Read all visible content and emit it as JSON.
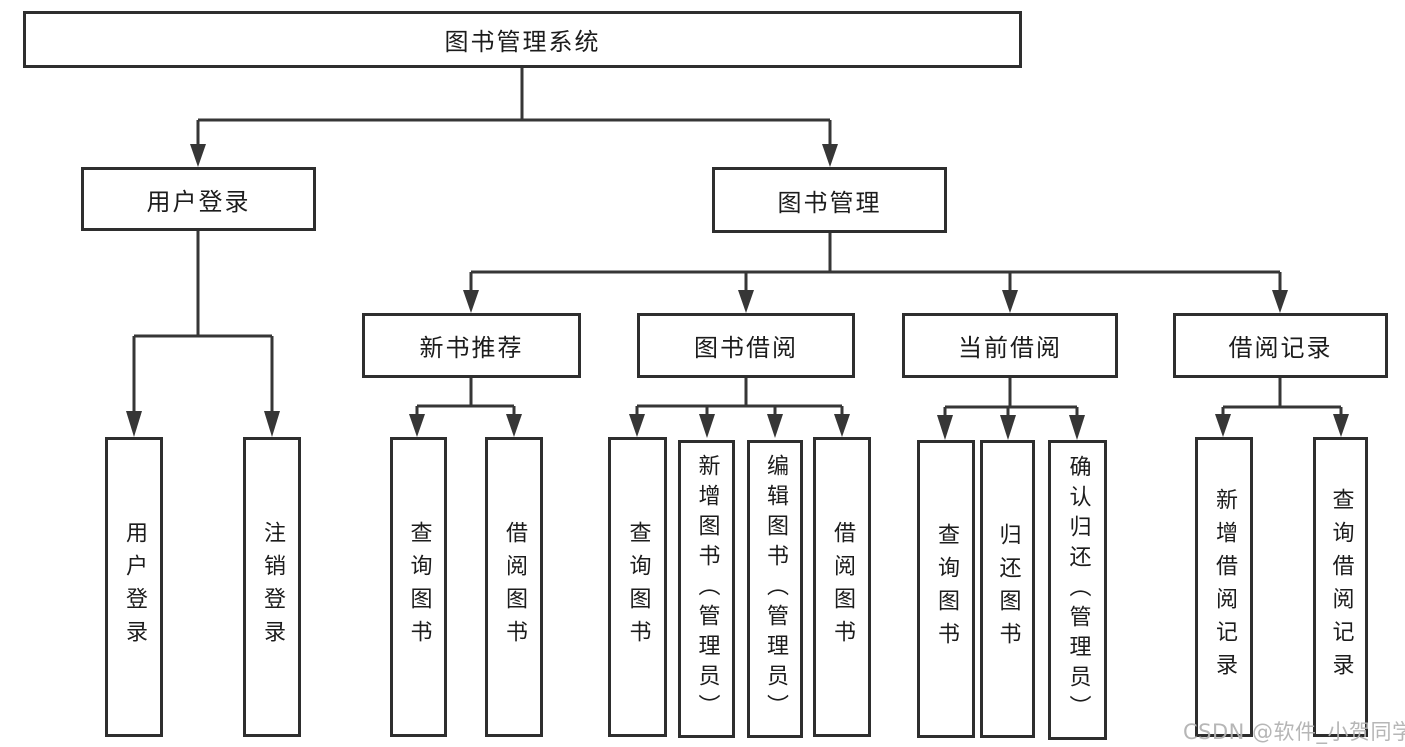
{
  "tree": {
    "root": {
      "label": "图书管理系统",
      "children": [
        {
          "label": "用户登录",
          "children": [
            {
              "label": "用户登录"
            },
            {
              "label": "注销登录"
            }
          ]
        },
        {
          "label": "图书管理",
          "children": [
            {
              "label": "新书推荐",
              "children": [
                {
                  "label": "查询图书"
                },
                {
                  "label": "借阅图书"
                }
              ]
            },
            {
              "label": "图书借阅",
              "children": [
                {
                  "label": "查询图书"
                },
                {
                  "label": "新增图书（管理员）"
                },
                {
                  "label": "编辑图书（管理员）"
                },
                {
                  "label": "借阅图书"
                }
              ]
            },
            {
              "label": "当前借阅",
              "children": [
                {
                  "label": "查询图书"
                },
                {
                  "label": "归还图书"
                },
                {
                  "label": "确认归还（管理员）"
                }
              ]
            },
            {
              "label": "借阅记录",
              "children": [
                {
                  "label": "新增借阅记录"
                },
                {
                  "label": "查询借阅记录"
                }
              ]
            }
          ]
        }
      ]
    }
  },
  "watermark": {
    "text": "CSDN @软件_小贺同学"
  },
  "colors": {
    "line": "#363636",
    "box_border": "#2e2e2e",
    "text": "#1c1c1c",
    "background": "#ffffff",
    "watermark": "#b3b3b3"
  }
}
